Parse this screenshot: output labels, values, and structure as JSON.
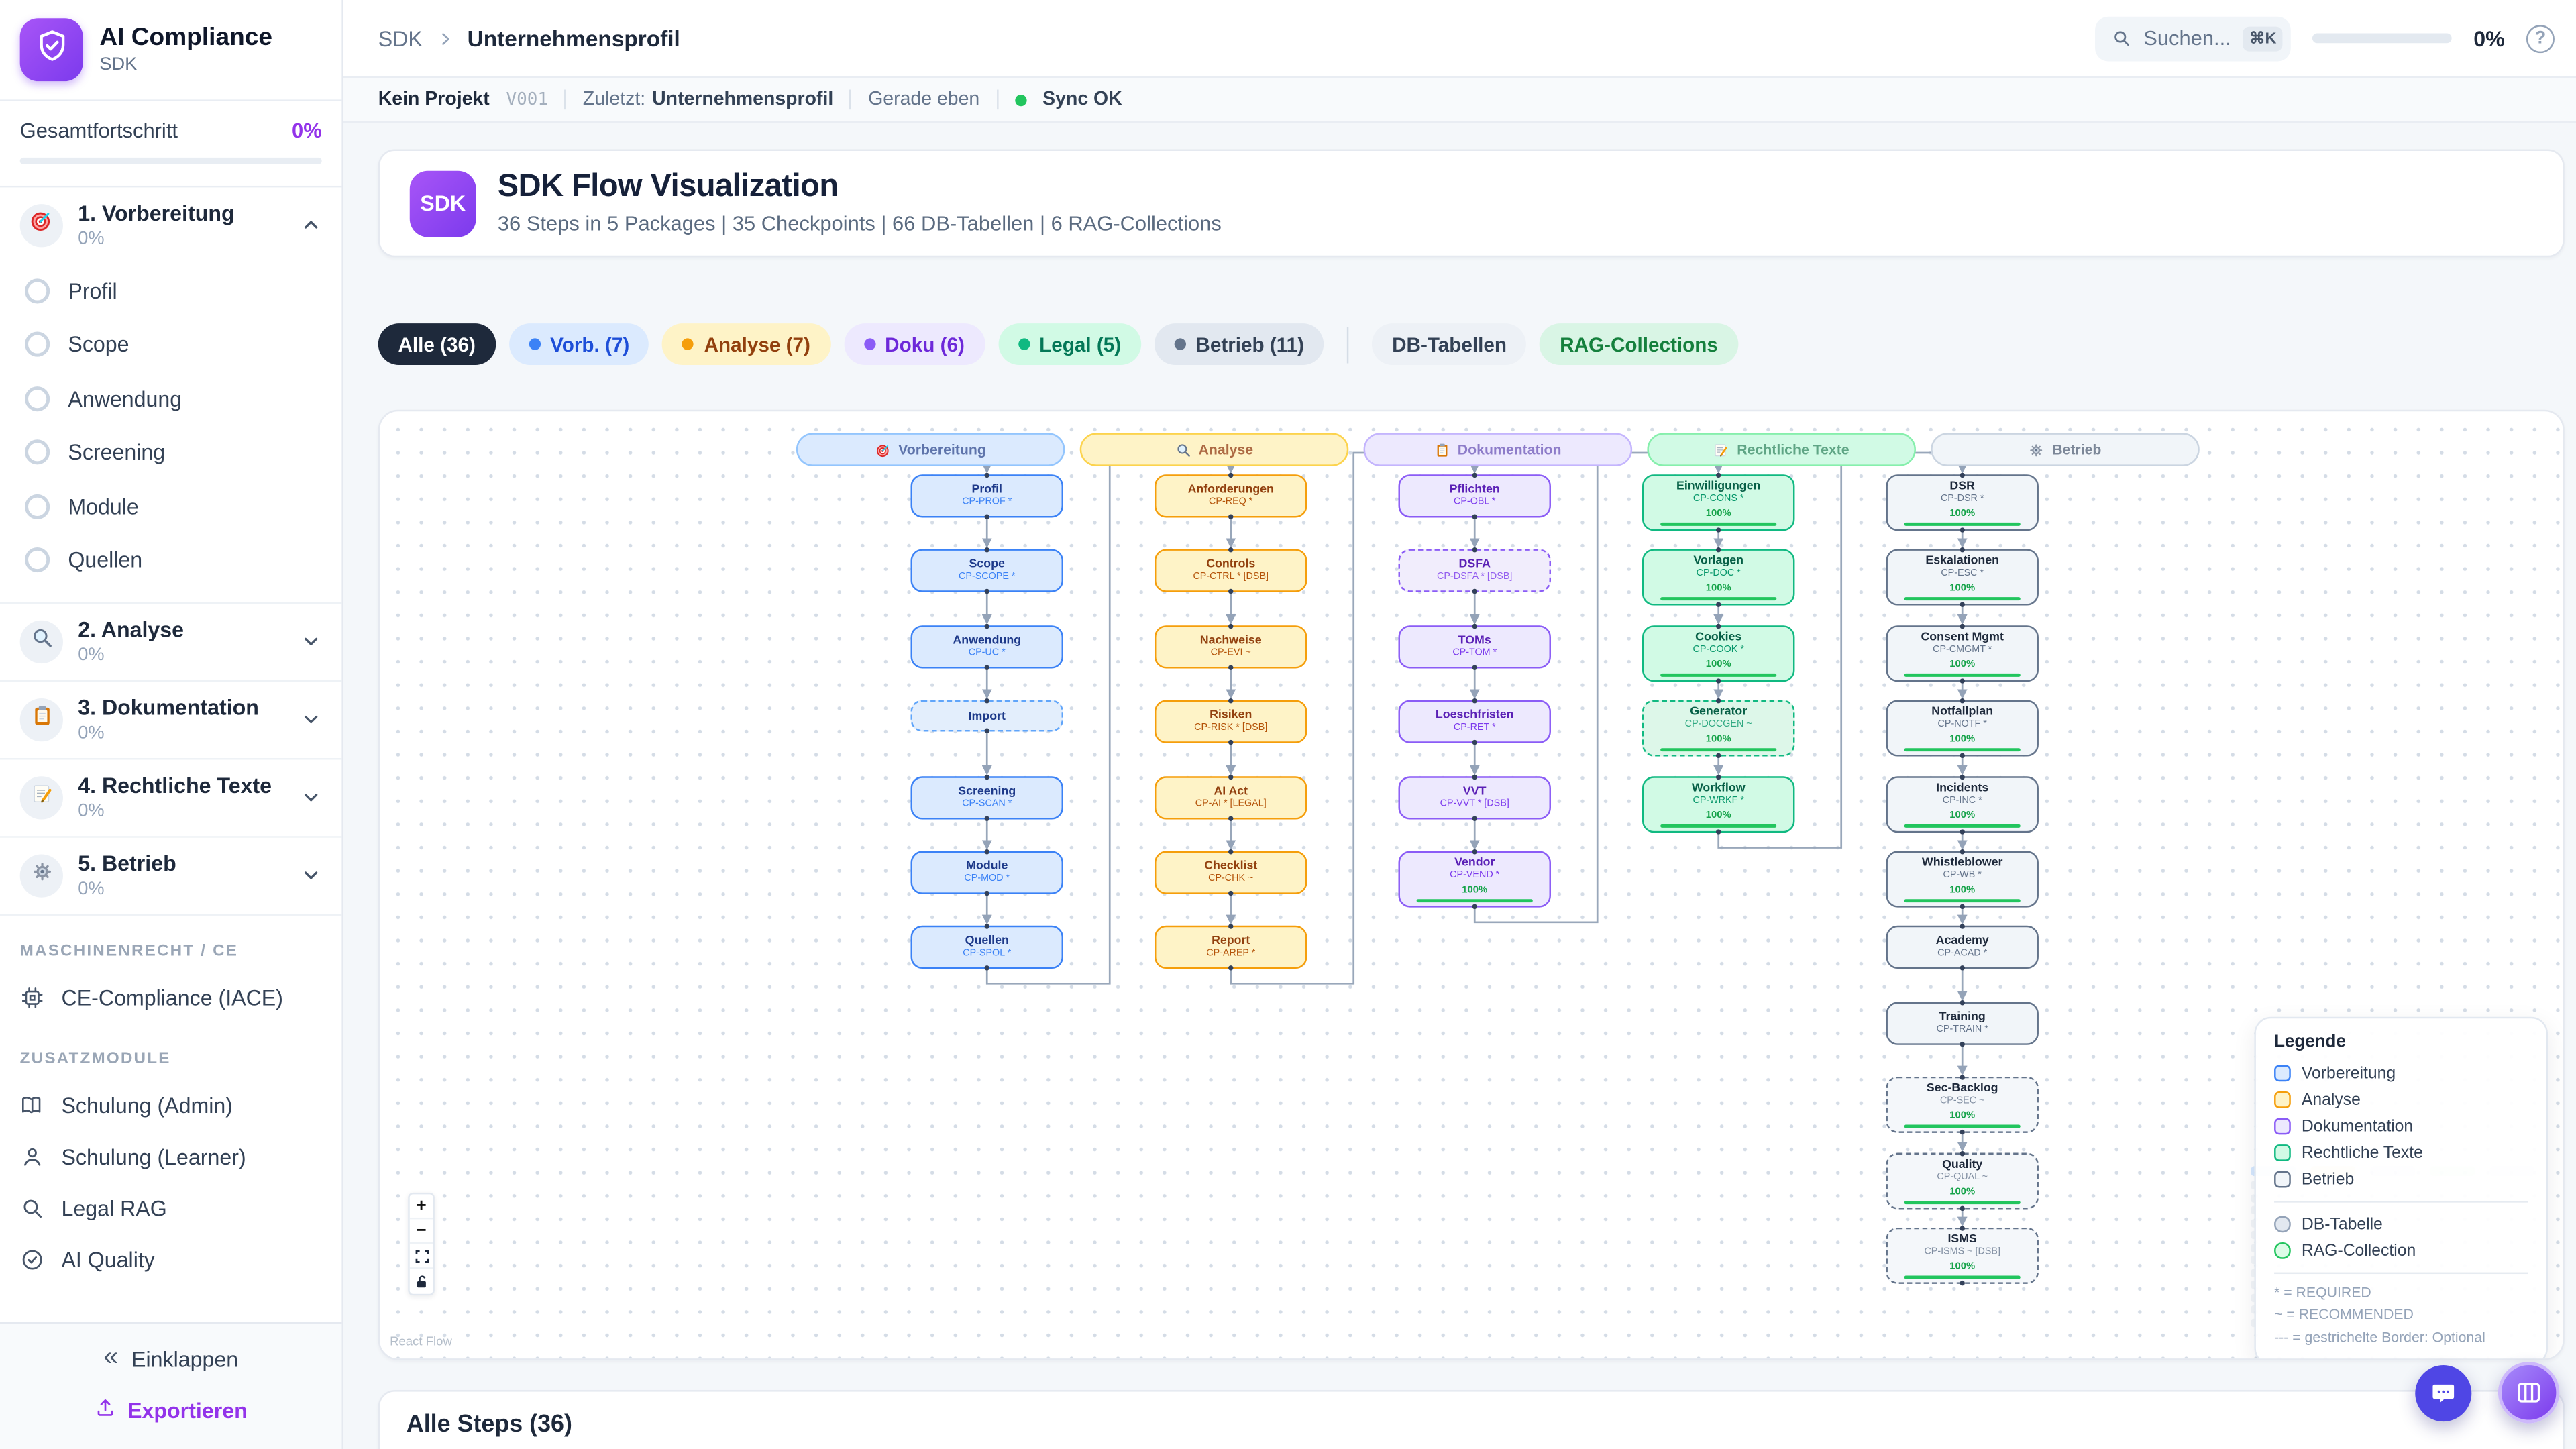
{
  "app": {
    "name": "AI Compliance",
    "subtitle": "SDK"
  },
  "sidebar": {
    "overall_label": "Gesamtfortschritt",
    "overall_value": "0%",
    "sections": [
      {
        "label": "1. Vorbereitung",
        "pct": "0%",
        "icon": "target-icon",
        "expanded": true,
        "items": [
          "Profil",
          "Scope",
          "Anwendung",
          "Screening",
          "Module",
          "Quellen"
        ]
      },
      {
        "label": "2. Analyse",
        "pct": "0%",
        "icon": "magnifier-icon",
        "expanded": false,
        "items": []
      },
      {
        "label": "3. Dokumentation",
        "pct": "0%",
        "icon": "clipboard-icon",
        "expanded": false,
        "items": []
      },
      {
        "label": "4. Rechtliche Texte",
        "pct": "0%",
        "icon": "memo-icon",
        "expanded": false,
        "items": []
      },
      {
        "label": "5. Betrieb",
        "pct": "0%",
        "icon": "gear-icon",
        "expanded": false,
        "items": []
      }
    ],
    "groups": [
      {
        "label": "MASCHINENRECHT / CE",
        "items": [
          {
            "label": "CE-Compliance (IACE)",
            "icon": "cpu-icon"
          }
        ]
      },
      {
        "label": "ZUSATZMODULE",
        "items": [
          {
            "label": "Schulung (Admin)",
            "icon": "book-icon"
          },
          {
            "label": "Schulung (Learner)",
            "icon": "user-icon"
          },
          {
            "label": "Legal RAG",
            "icon": "search-icon"
          },
          {
            "label": "AI Quality",
            "icon": "check-circle-icon"
          }
        ]
      }
    ],
    "collapse_label": "Einklappen",
    "export_label": "Exportieren"
  },
  "topbar": {
    "breadcrumb": [
      "SDK",
      "Unternehmensprofil"
    ],
    "search_placeholder": "Suchen...",
    "search_shortcut": "⌘K",
    "progress_value": "0%"
  },
  "statusbar": {
    "project": "Kein Projekt",
    "version": "V001",
    "last_label": "Zuletzt:",
    "last_value": "Unternehmensprofil",
    "time": "Gerade eben",
    "sync": "Sync OK"
  },
  "header": {
    "badge": "SDK",
    "title": "SDK Flow Visualization",
    "subtitle": "36 Steps in 5 Packages | 35 Checkpoints | 66 DB-Tabellen | 6 RAG-Collections"
  },
  "filters": [
    {
      "label": "Alle (36)",
      "variant": "active"
    },
    {
      "label": "Vorb. (7)",
      "variant": "blue",
      "dot": "#3b82f6"
    },
    {
      "label": "Analyse (7)",
      "variant": "amber",
      "dot": "#f59e0b"
    },
    {
      "label": "Doku (6)",
      "variant": "violet",
      "dot": "#8b5cf6"
    },
    {
      "label": "Legal (5)",
      "variant": "emerald",
      "dot": "#10b981"
    },
    {
      "label": "Betrieb (11)",
      "variant": "slate",
      "dot": "#64748b"
    },
    {
      "label": "DB-Tabellen",
      "variant": "neutral",
      "divider_before": true
    },
    {
      "label": "RAG-Collections",
      "variant": "mint"
    }
  ],
  "flow": {
    "columns": [
      {
        "name": "Vorbereitung",
        "icon": "target-icon",
        "color": "blue",
        "nodes": [
          {
            "title": "Profil",
            "code": "CP-PROF *"
          },
          {
            "title": "Scope",
            "code": "CP-SCOPE *"
          },
          {
            "title": "Anwendung",
            "code": "CP-UC *"
          },
          {
            "title": "Import",
            "dashed": true
          },
          {
            "title": "Screening",
            "code": "CP-SCAN *"
          },
          {
            "title": "Module",
            "code": "CP-MOD *"
          },
          {
            "title": "Quellen",
            "code": "CP-SPOL *"
          }
        ]
      },
      {
        "name": "Analyse",
        "icon": "magnifier-icon",
        "color": "yellow",
        "nodes": [
          {
            "title": "Anforderungen",
            "code": "CP-REQ *"
          },
          {
            "title": "Controls",
            "code": "CP-CTRL * [DSB]"
          },
          {
            "title": "Nachweise",
            "code": "CP-EVI ~"
          },
          {
            "title": "Risiken",
            "code": "CP-RISK * [DSB]"
          },
          {
            "title": "AI Act",
            "code": "CP-AI * [LEGAL]"
          },
          {
            "title": "Checklist",
            "code": "CP-CHK ~"
          },
          {
            "title": "Report",
            "code": "CP-AREP *"
          }
        ]
      },
      {
        "name": "Dokumentation",
        "icon": "clipboard-icon",
        "color": "purple",
        "nodes": [
          {
            "title": "Pflichten",
            "code": "CP-OBL *"
          },
          {
            "title": "DSFA",
            "code": "CP-DSFA * [DSB]",
            "dashed": true
          },
          {
            "title": "TOMs",
            "code": "CP-TOM *"
          },
          {
            "title": "Loeschfristen",
            "code": "CP-RET *"
          },
          {
            "title": "VVT",
            "code": "CP-VVT * [DSB]"
          },
          {
            "title": "Vendor",
            "code": "CP-VEND *",
            "progress": "100%"
          }
        ]
      },
      {
        "name": "Rechtliche Texte",
        "icon": "memo-icon",
        "color": "green",
        "nodes": [
          {
            "title": "Einwilligungen",
            "code": "CP-CONS *",
            "progress": "100%"
          },
          {
            "title": "Vorlagen",
            "code": "CP-DOC *",
            "progress": "100%"
          },
          {
            "title": "Cookies",
            "code": "CP-COOK *",
            "progress": "100%"
          },
          {
            "title": "Generator",
            "code": "CP-DOCGEN ~",
            "progress": "100%",
            "dashed": true
          },
          {
            "title": "Workflow",
            "code": "CP-WRKF *",
            "progress": "100%"
          }
        ]
      },
      {
        "name": "Betrieb",
        "icon": "gear-icon",
        "color": "gray",
        "nodes": [
          {
            "title": "DSR",
            "code": "CP-DSR *",
            "progress": "100%"
          },
          {
            "title": "Eskalationen",
            "code": "CP-ESC *",
            "progress": "100%"
          },
          {
            "title": "Consent Mgmt",
            "code": "CP-CMGMT *",
            "progress": "100%"
          },
          {
            "title": "Notfallplan",
            "code": "CP-NOTF *",
            "progress": "100%"
          },
          {
            "title": "Incidents",
            "code": "CP-INC *",
            "progress": "100%"
          },
          {
            "title": "Whistleblower",
            "code": "CP-WB *",
            "progress": "100%"
          },
          {
            "title": "Academy",
            "code": "CP-ACAD *"
          },
          {
            "title": "Training",
            "code": "CP-TRAIN *"
          },
          {
            "title": "Sec-Backlog",
            "code": "CP-SEC ~",
            "progress": "100%",
            "dashed": true
          },
          {
            "title": "Quality",
            "code": "CP-QUAL ~",
            "progress": "100%",
            "dashed": true
          },
          {
            "title": "ISMS",
            "code": "CP-ISMS ~ [DSB]",
            "progress": "100%",
            "dashed": true
          }
        ]
      }
    ],
    "links": [
      [
        "Quellen",
        "Anforderungen"
      ],
      [
        "Report",
        "Pflichten"
      ],
      [
        "Vendor",
        "Einwilligungen"
      ],
      [
        "Workflow",
        "DSR"
      ]
    ]
  },
  "legend": {
    "title": "Legende",
    "packages": [
      {
        "label": "Vorbereitung",
        "color": "blue"
      },
      {
        "label": "Analyse",
        "color": "yellow"
      },
      {
        "label": "Dokumentation",
        "color": "purple"
      },
      {
        "label": "Rechtliche Texte",
        "color": "green"
      },
      {
        "label": "Betrieb",
        "color": "gray"
      }
    ],
    "shapes": [
      {
        "label": "DB-Tabelle",
        "color": "graycircle"
      },
      {
        "label": "RAG-Collection",
        "color": "greencircle"
      }
    ],
    "notes": [
      "* = REQUIRED",
      "~ = RECOMMENDED",
      "--- = gestrichelte Border: Optional"
    ]
  },
  "controls": {
    "buttons": [
      "zoom-in",
      "zoom-out",
      "fit-view",
      "unlock"
    ],
    "attribution": "React Flow"
  },
  "bottom": {
    "title": "Alle Steps (36)"
  },
  "colors": {
    "accent_purple": "#7c3aed",
    "progress_purple": "#9333ea",
    "active_pill": "#1e293b",
    "sync_green": "#22c55e",
    "progress_bar_green": "#22c55e",
    "edge_gray": "#94a3b8"
  }
}
